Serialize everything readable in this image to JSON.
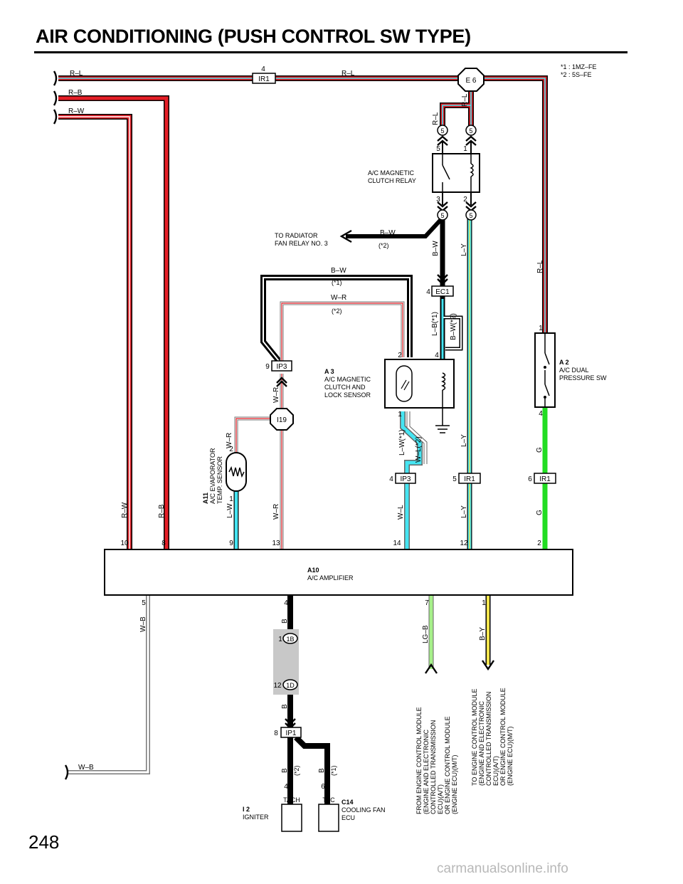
{
  "page": {
    "title": "AIR CONDITIONING (PUSH CONTROL SW TYPE)",
    "page_number": "248",
    "watermark": "carmanualsonline.info"
  },
  "notes": {
    "n1": "*1  : 1MZ–FE",
    "n2": "*2  : 5S–FE"
  },
  "wires": {
    "rl": "R–L",
    "rb": "R–B",
    "rw": "R–W",
    "wb": "W–B",
    "bw": "B–W",
    "wr": "W–R",
    "ly": "L–Y",
    "g": "G",
    "lw": "L–W",
    "wl": "W–L",
    "lb1": "L–B(*1)",
    "bw2": "B–W(*2)",
    "lw1": "L–W(*1)",
    "wl2": "W–L(*2)",
    "b": "B",
    "lgb": "LG–B",
    "by": "B–Y",
    "s1": "(*1)",
    "s2": "(*2)"
  },
  "connectors": {
    "ir1": "IR1",
    "e6": "E 6",
    "ec1": "EC1",
    "ip3": "IP3",
    "i19": "I19",
    "ip1": "IP1",
    "c1b": "1B",
    "c1d": "1D",
    "r5": "5",
    "tach": "TACH",
    "tac": "TAC"
  },
  "pins": {
    "p1": "1",
    "p2": "2",
    "p3": "3",
    "p4": "4",
    "p5": "5",
    "p6": "6",
    "p7": "7",
    "p8": "8",
    "p9": "9",
    "p10": "10",
    "p12": "12",
    "p13": "13",
    "p14": "14"
  },
  "components": {
    "relay": [
      "A/C MAGNETIC",
      "CLUTCH RELAY"
    ],
    "radiator": [
      "TO RADIATOR",
      "FAN RELAY NO. 3"
    ],
    "a3_code": "A 3",
    "a3": [
      "A/C MAGNETIC",
      "CLUTCH AND",
      "LOCK SENSOR"
    ],
    "a2_code": "A 2",
    "a2": [
      "A/C DUAL",
      "PRESSURE SW"
    ],
    "a11_code": "A11",
    "a11": [
      "A/C EVAPORATOR",
      "TEMP.  SENSOR"
    ],
    "a10_code": "A10",
    "a10": "A/C AMPLIFIER",
    "i2_code": "I 2",
    "i2": "IGNITER",
    "c14_code": "C14",
    "c14": [
      "COOLING FAN",
      "ECU"
    ],
    "from_ecm": [
      "FROM ENGINE CONTROL MODULE",
      "(ENGINE AND ELECTRONIC",
      "CONTROLLED TRANSMISSION",
      "ECU)(A/T)",
      "OR ENGINE CONTROL MODULE",
      "(ENGINE ECU)(M/T)"
    ],
    "to_ecm": [
      "TO ENGINE CONTROL MODULE",
      "(ENGINE AND ELECTRONIC",
      "CONTROLLED TRANSMISSION",
      "ECU)(A/T)",
      "OR ENGINE CONTROL MODULE",
      "(ENGINE ECU)(M/T)"
    ]
  },
  "colors": {
    "red": "#e41e26",
    "cyan": "#45e5f2",
    "green": "#22dd22",
    "yellow": "#f3e54d",
    "lightgreen": "#a6f08a",
    "gray": "#9e9e9e",
    "shade": "#c8c8c8"
  }
}
